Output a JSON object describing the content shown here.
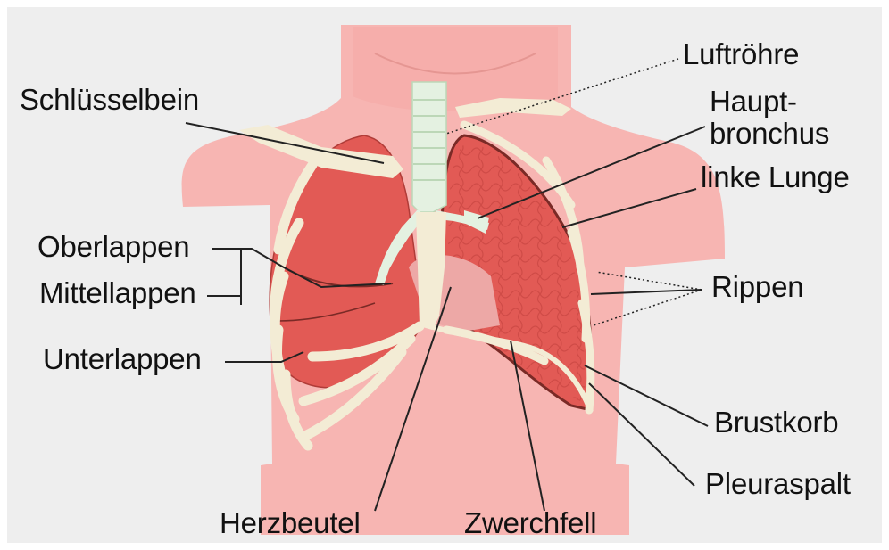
{
  "labels": {
    "schluesselbein": "Schlüsselbein",
    "luftroehre": "Luftröhre",
    "hauptbronchus_line1": "Haupt-",
    "hauptbronchus_line2": "bronchus",
    "linke_lunge": "linke Lunge",
    "oberlappen": "Oberlappen",
    "mittellappen": "Mittellappen",
    "rippen": "Rippen",
    "unterlappen": "Unterlappen",
    "brustkorb": "Brustkorb",
    "pleuraspalt": "Pleuraspalt",
    "herzbeutel": "Herzbeutel",
    "zwerchfell": "Zwerchfell"
  },
  "colors": {
    "background": "#eeeeee",
    "skin": "#f7b5b2",
    "skin_dark": "#ef9f9c",
    "lung": "#e25a55",
    "lung_texture": "#c94642",
    "bone": "#f3ecd5",
    "trachea": "#e4f1e1",
    "pericardium": "#eda8a6",
    "pleura_line": "#7a2a26",
    "leader_line": "#222222"
  }
}
